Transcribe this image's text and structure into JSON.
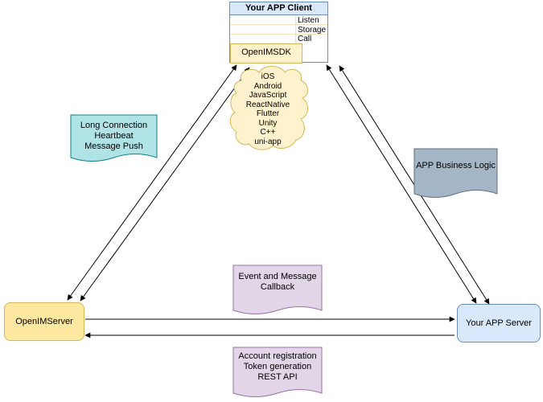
{
  "client": {
    "title": "Your APP Client",
    "methods": [
      "Listen",
      "Storage",
      "Call"
    ],
    "sdk": "OpenIMSDK"
  },
  "cloud_platforms": [
    "iOS",
    "Android",
    "JavaScript",
    "ReactNative",
    "Flutter",
    "Unity",
    "C++",
    "uni-app"
  ],
  "notes": {
    "long_connection": "Long Connection\nHeartbeat\nMessage Push",
    "business_logic": "APP Business Logic",
    "callback": "Event and Message\nCallback",
    "rest": "Account registration\nToken generation\nREST API"
  },
  "servers": {
    "openim": "OpenIMServer",
    "app": "Your APP Server"
  },
  "colors": {
    "client_header_fill": "#dae8fc",
    "client_border": "#6c8ebf",
    "sdk_fill": "#fff2cc",
    "sdk_border": "#d6b656",
    "cloud_fill": "#fff2cc",
    "cloud_border": "#d6b656",
    "teal_note_fill": "#b0e3e6",
    "teal_note_border": "#0e8088",
    "gray_note_fill": "#a4b5c6",
    "gray_note_border": "#5d7183",
    "purple_note_fill": "#e1d5e7",
    "purple_note_border": "#9673a6",
    "openim_server_fill": "#ffe9a0",
    "app_server_fill": "#dae8fc",
    "arrow_color": "#000000"
  }
}
